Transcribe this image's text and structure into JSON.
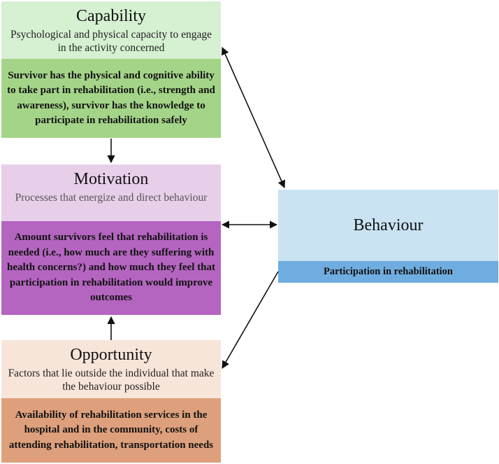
{
  "capability": {
    "title": "Capability",
    "subtitle": "Psychological and physical capacity to engage in the activity concerned",
    "detail": "Survivor has the physical and cognitive ability to take part in rehabilitation (i.e., strength and awareness), survivor has the knowledge to participate in rehabilitation safely"
  },
  "motivation": {
    "title": "Motivation",
    "subtitle": "Processes that energize and direct behaviour",
    "detail": "Amount survivors feel that rehabilitation is needed (i.e., how much are they suffering with health concerns?) and how much they feel that participation in rehabilitation would improve outcomes"
  },
  "opportunity": {
    "title": "Opportunity",
    "subtitle": "Factors that lie outside the individual that make the behaviour possible",
    "detail": "Availability of rehabilitation services in the hospital and in the community, costs of attending rehabilitation, transportation needs"
  },
  "behaviour": {
    "title": "Behaviour",
    "detail": "Participation in rehabilitation"
  },
  "colors": {
    "capability_light": "#d6f0d2",
    "capability_dark": "#a4d488",
    "motivation_light": "#e7cfea",
    "motivation_dark": "#b465c0",
    "opportunity_light": "#f8e5d9",
    "opportunity_dark": "#dea07c",
    "behaviour_light": "#c9e3f3",
    "behaviour_dark": "#6fade0"
  }
}
